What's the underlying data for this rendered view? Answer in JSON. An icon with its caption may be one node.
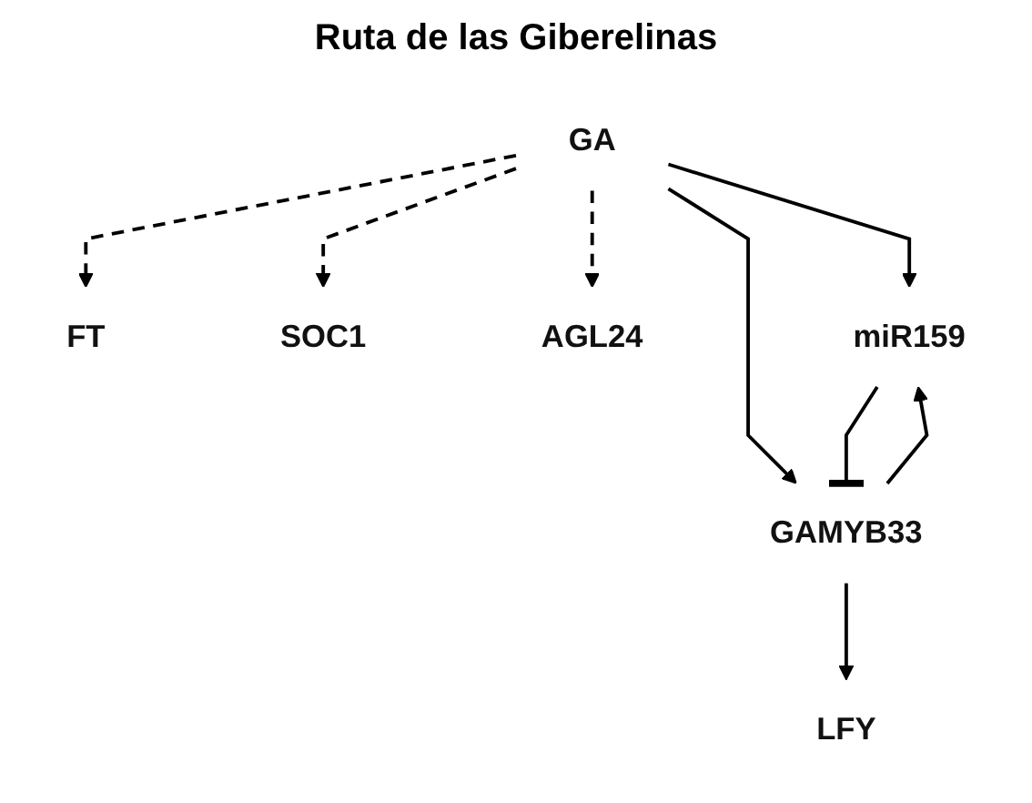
{
  "diagram": {
    "title": "Ruta de las Giberelinas",
    "nodes": [
      {
        "text": [
          "GA"
        ]
      },
      {
        "text": [
          "FT"
        ]
      },
      {
        "text": [
          "SOC1"
        ]
      },
      {
        "text": [
          "AGL24"
        ]
      },
      {
        "text": [
          "miR159"
        ]
      },
      {
        "text": [
          "GAMYB33"
        ]
      },
      {
        "text": [
          "LFY"
        ]
      }
    ],
    "edges": [
      {
        "from": 0,
        "to": 1,
        "arrow": "to",
        "style": "dashed"
      },
      {
        "from": 0,
        "to": 2,
        "arrow": "to",
        "style": "dashed"
      },
      {
        "from": 0,
        "to": 3,
        "arrow": "to",
        "style": "dashed"
      },
      {
        "from": 0,
        "to": 4,
        "arrow": "to"
      },
      {
        "from": 0,
        "to": 5,
        "arrow": "to"
      },
      {
        "from": 4,
        "to": 5,
        "arrow": "other"
      },
      {
        "from": 5,
        "to": 4,
        "arrow": "to"
      },
      {
        "from": 5,
        "to": 6,
        "arrow": "to"
      }
    ]
  }
}
